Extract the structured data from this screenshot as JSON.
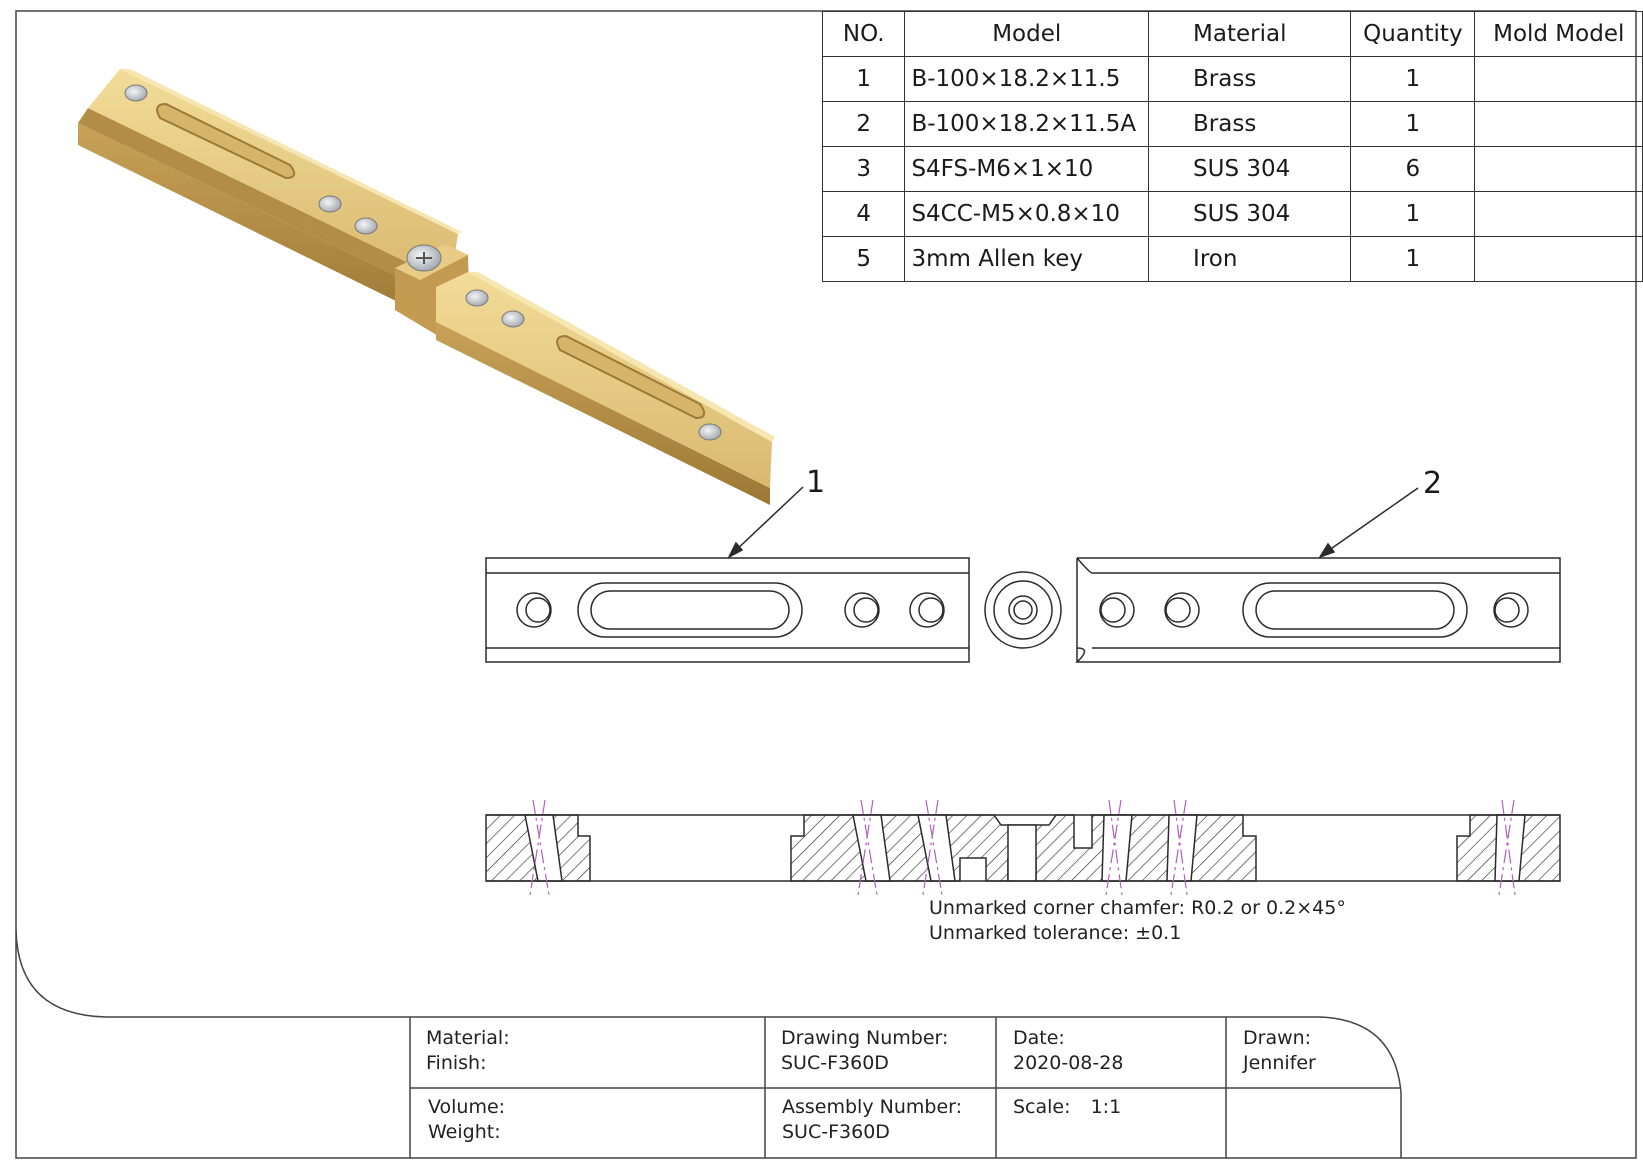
{
  "bom": {
    "headers": [
      "NO.",
      "Model",
      "Material",
      "Quantity",
      "Mold Model"
    ],
    "rows": [
      {
        "no": "1",
        "model": "B-100×18.2×11.5",
        "material": "Brass",
        "qty": "1",
        "mold": ""
      },
      {
        "no": "2",
        "model": "B-100×18.2×11.5A",
        "material": "Brass",
        "qty": "1",
        "mold": ""
      },
      {
        "no": "3",
        "model": "S4FS-M6×1×10",
        "material": "SUS 304",
        "qty": "6",
        "mold": ""
      },
      {
        "no": "4",
        "model": "S4CC-M5×0.8×10",
        "material": "SUS 304",
        "qty": "1",
        "mold": ""
      },
      {
        "no": "5",
        "model": "3mm Allen key",
        "material": "Iron",
        "qty": "1",
        "mold": ""
      }
    ]
  },
  "callouts": {
    "part1": "1",
    "part2": "2"
  },
  "notes": {
    "chamfer": "Unmarked corner chamfer: R0.2 or 0.2×45°",
    "tolerance": "Unmarked tolerance: ±0.1"
  },
  "title_block": {
    "material_label": "Material:",
    "finish_label": "Finish:",
    "volume_label": "Volume:",
    "weight_label": "Weight:",
    "drawing_number_label": "Drawing Number:",
    "drawing_number": "SUC-F360D",
    "assembly_number_label": "Assembly Number:",
    "assembly_number": "SUC-F360D",
    "date_label": "Date:",
    "date": "2020-08-28",
    "scale_label": "Scale:",
    "scale": "1:1",
    "drawn_label": "Drawn:",
    "drawn": "Jennifer"
  },
  "colors": {
    "line": "#2b2b2b",
    "brass_light": "#e8cf8a",
    "brass_mid": "#caa45a",
    "brass_dark": "#9a7632",
    "screw": "#c9cdd2",
    "centerline": "#b25fc0"
  }
}
